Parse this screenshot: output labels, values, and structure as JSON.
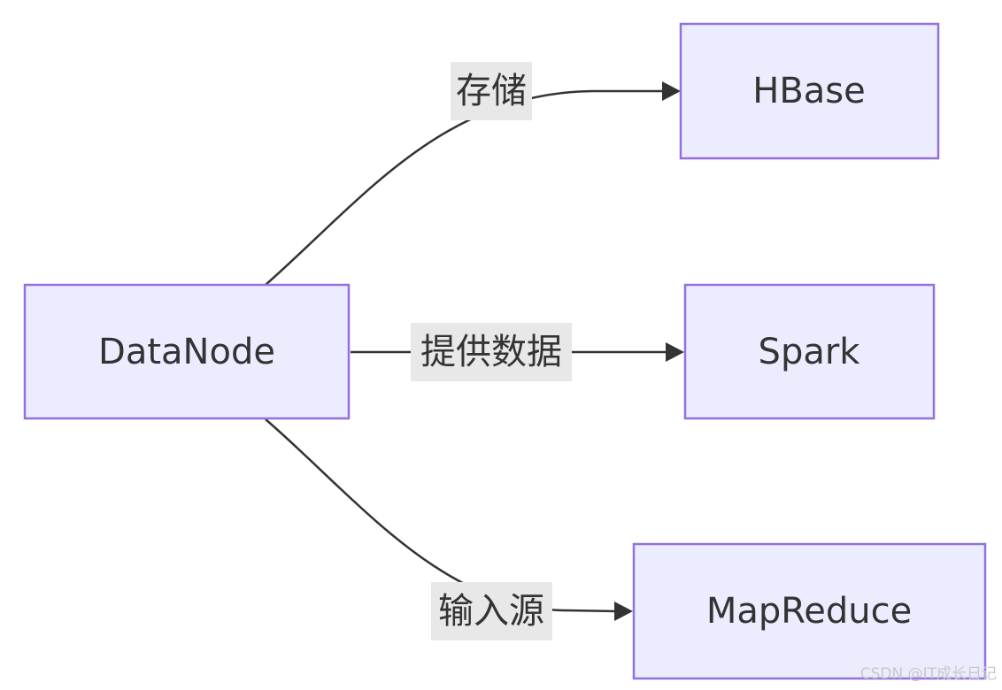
{
  "nodes": {
    "datanode": "DataNode",
    "hbase": "HBase",
    "spark": "Spark",
    "mapreduce": "MapReduce"
  },
  "edges": {
    "to_hbase": "存储",
    "to_spark": "提供数据",
    "to_mapreduce": "输入源"
  },
  "watermark": "CSDN @IT成长日记",
  "colors": {
    "node_fill": "#ececff",
    "node_stroke": "#9370db",
    "edge": "#333333",
    "label_bg": "#e8e8e8",
    "text": "#333333"
  }
}
